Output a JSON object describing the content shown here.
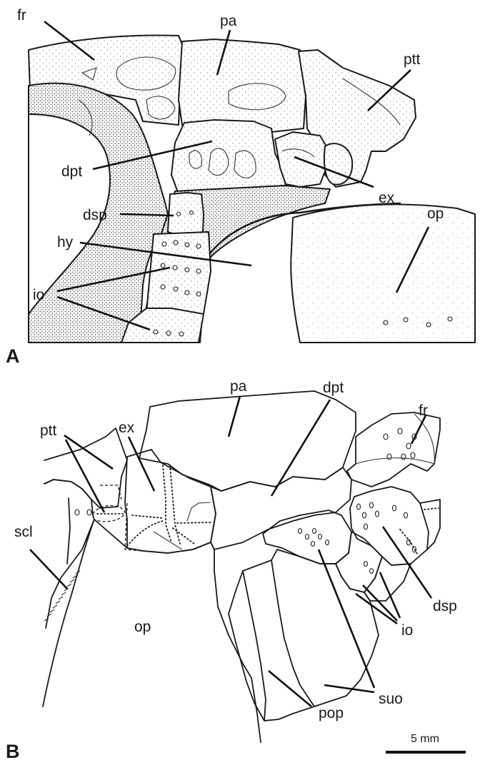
{
  "panels": [
    {
      "letter": "A",
      "labels": {
        "fr": "fr",
        "pa": "pa",
        "ptt": "ptt",
        "dpt": "dpt",
        "ex": "ex",
        "dsp": "dsp",
        "op": "op",
        "hy": "hy",
        "io": "io"
      }
    },
    {
      "letter": "B",
      "labels": {
        "pa": "pa",
        "dpt": "dpt",
        "fr": "fr",
        "ptt": "ptt",
        "ex": "ex",
        "scl": "scl",
        "op": "op",
        "dsp": "dsp",
        "io": "io",
        "suo": "suo",
        "pop": "pop"
      }
    }
  ],
  "scale_bar": {
    "label": "5 mm"
  }
}
